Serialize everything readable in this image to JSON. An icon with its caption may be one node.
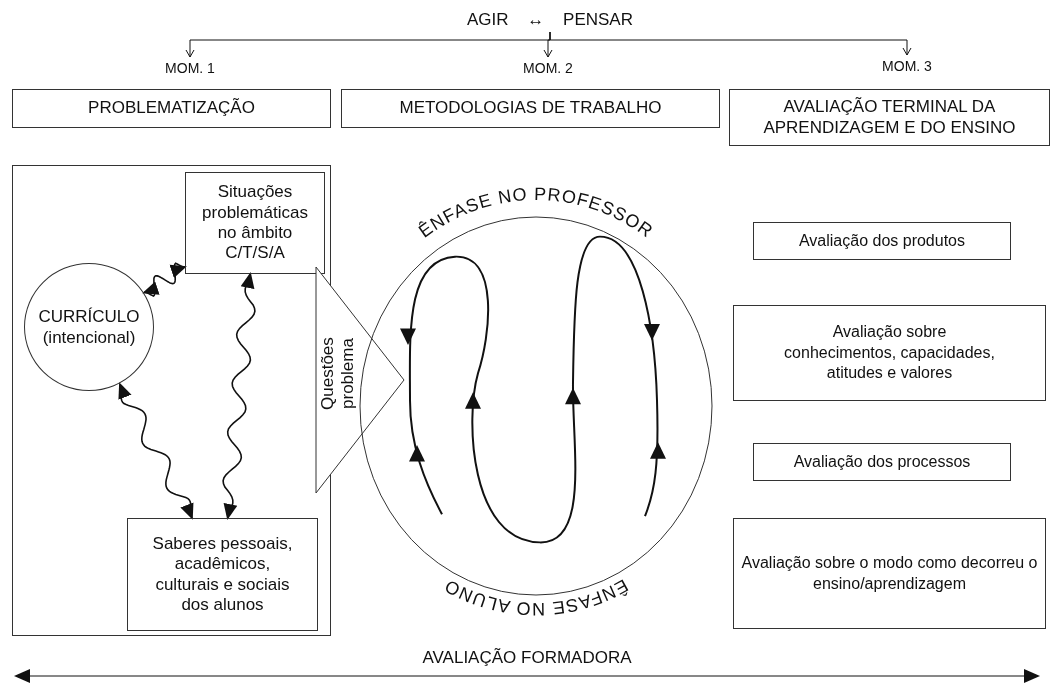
{
  "diagram": {
    "nodes": [
      {
        "text": [
          "AGIR ↔ PENSAR"
        ]
      },
      {
        "text": [
          "MOM. 1"
        ]
      },
      {
        "text": [
          "MOM. 2"
        ]
      },
      {
        "text": [
          "MOM. 3"
        ]
      },
      {
        "text": [
          "PROBLEMATIZAÇÃO"
        ]
      },
      {
        "text": [
          "METODOLOGIAS DE TRABALHO"
        ]
      },
      {
        "text": [
          "AVALIAÇÃO TERMINAL DA APRENDIZAGEM E DO ENSINO"
        ]
      },
      {
        "text": [],
        "shape": "box"
      },
      {
        "text": [
          "Situações problemáticas no âmbito C/T/S/A"
        ],
        "in": 7
      },
      {
        "text": [
          "CURRÍCULO (intencional)"
        ],
        "in": 7
      },
      {
        "text": [
          "Saberes pessoais, acadêmicos, culturais e sociais dos alunos"
        ],
        "in": 7
      },
      {
        "text": [
          "Questões problema"
        ]
      },
      {
        "text": [
          "ÊNFASE NO PROFESSOR",
          "ÊNFASE NO ALUNO"
        ]
      },
      {
        "text": [
          "Avaliação dos produtos"
        ]
      },
      {
        "text": [
          "Avaliação sobre conhecimentos, capacidades, atitudes e valores"
        ]
      },
      {
        "text": [
          "Avaliação dos processos"
        ]
      },
      {
        "text": [
          "Avaliação sobre o modo como decorreu o ensino/aprendizagem"
        ]
      }
    ],
    "edges": [
      {
        "from": 0,
        "to": 1,
        "arrow": "to"
      },
      {
        "from": 0,
        "to": 2,
        "arrow": "to"
      },
      {
        "from": 0,
        "to": 3,
        "arrow": "to"
      },
      {
        "from": 9,
        "to": 8,
        "arrow": "both"
      },
      {
        "from": 9,
        "to": 10,
        "arrow": "both"
      },
      {
        "from": 8,
        "to": 10,
        "arrow": "both"
      }
    ],
    "labels": [
      "AVALIAÇÃO FORMADORA"
    ]
  }
}
